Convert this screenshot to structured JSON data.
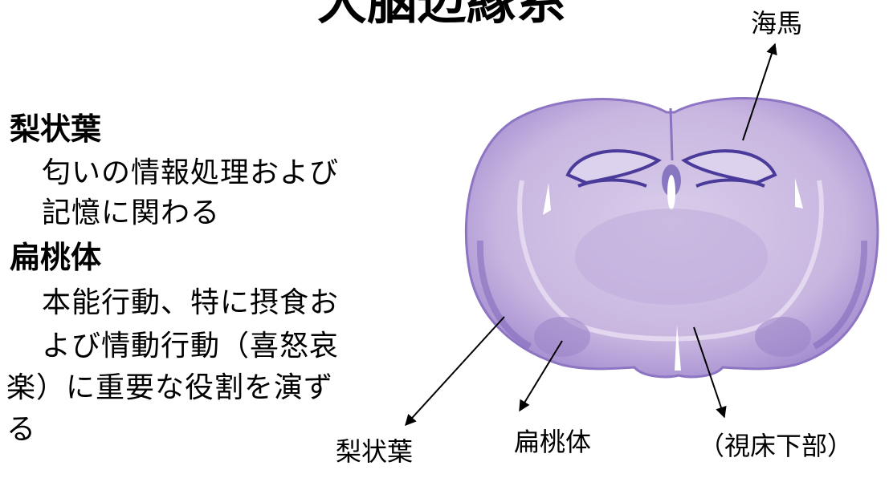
{
  "title": "大脳辺縁系",
  "sections": [
    {
      "heading": "梨状葉",
      "lines": [
        "匂いの情報処理および",
        "記憶に関わる"
      ]
    },
    {
      "heading": "扁桃体",
      "lines": [
        "本能行動、特に摂食お",
        "よび情動行動（喜怒哀",
        "楽）に重要な役割を演ず",
        "る"
      ]
    }
  ],
  "labels": {
    "hippocampus": "海馬",
    "piriform": "梨状葉",
    "amygdala": "扁桃体",
    "hypothalamus": "（視床下部）"
  },
  "colors": {
    "tissue": "#c9b8e0",
    "stain_dark": "#4a3a9a",
    "stain_mid": "#9c86c8"
  }
}
